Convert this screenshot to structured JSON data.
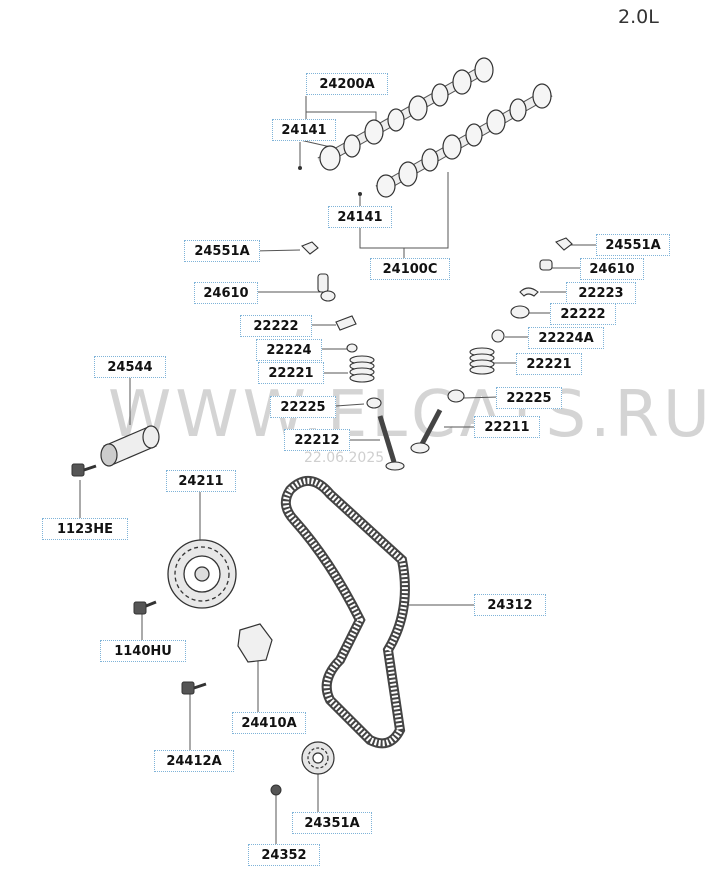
{
  "engine_tag": "2.0L",
  "watermark": "WWW.ELCATS.RU",
  "watermark_date": "22.06.2025",
  "callouts": [
    {
      "id": "24200A",
      "text": "24200A"
    },
    {
      "id": "24141-top",
      "text": "24141"
    },
    {
      "id": "24141-bottom",
      "text": "24141"
    },
    {
      "id": "24100C",
      "text": "24100C"
    },
    {
      "id": "24551A-left",
      "text": "24551A"
    },
    {
      "id": "24610-left",
      "text": "24610"
    },
    {
      "id": "22222-left",
      "text": "22222"
    },
    {
      "id": "22224",
      "text": "22224"
    },
    {
      "id": "22221-left",
      "text": "22221"
    },
    {
      "id": "22225-left",
      "text": "22225"
    },
    {
      "id": "22212",
      "text": "22212"
    },
    {
      "id": "24551A-right",
      "text": "24551A"
    },
    {
      "id": "24610-right",
      "text": "24610"
    },
    {
      "id": "22223",
      "text": "22223"
    },
    {
      "id": "22222-right",
      "text": "22222"
    },
    {
      "id": "22224A",
      "text": "22224A"
    },
    {
      "id": "22221-right",
      "text": "22221"
    },
    {
      "id": "22225-right",
      "text": "22225"
    },
    {
      "id": "22211",
      "text": "22211"
    },
    {
      "id": "24544",
      "text": "24544"
    },
    {
      "id": "1123HE",
      "text": "1123HE"
    },
    {
      "id": "24211",
      "text": "24211"
    },
    {
      "id": "24312",
      "text": "24312"
    },
    {
      "id": "1140HU",
      "text": "1140HU"
    },
    {
      "id": "24410A",
      "text": "24410A"
    },
    {
      "id": "24412A",
      "text": "24412A"
    },
    {
      "id": "24351A",
      "text": "24351A"
    },
    {
      "id": "24352",
      "text": "24352"
    }
  ]
}
